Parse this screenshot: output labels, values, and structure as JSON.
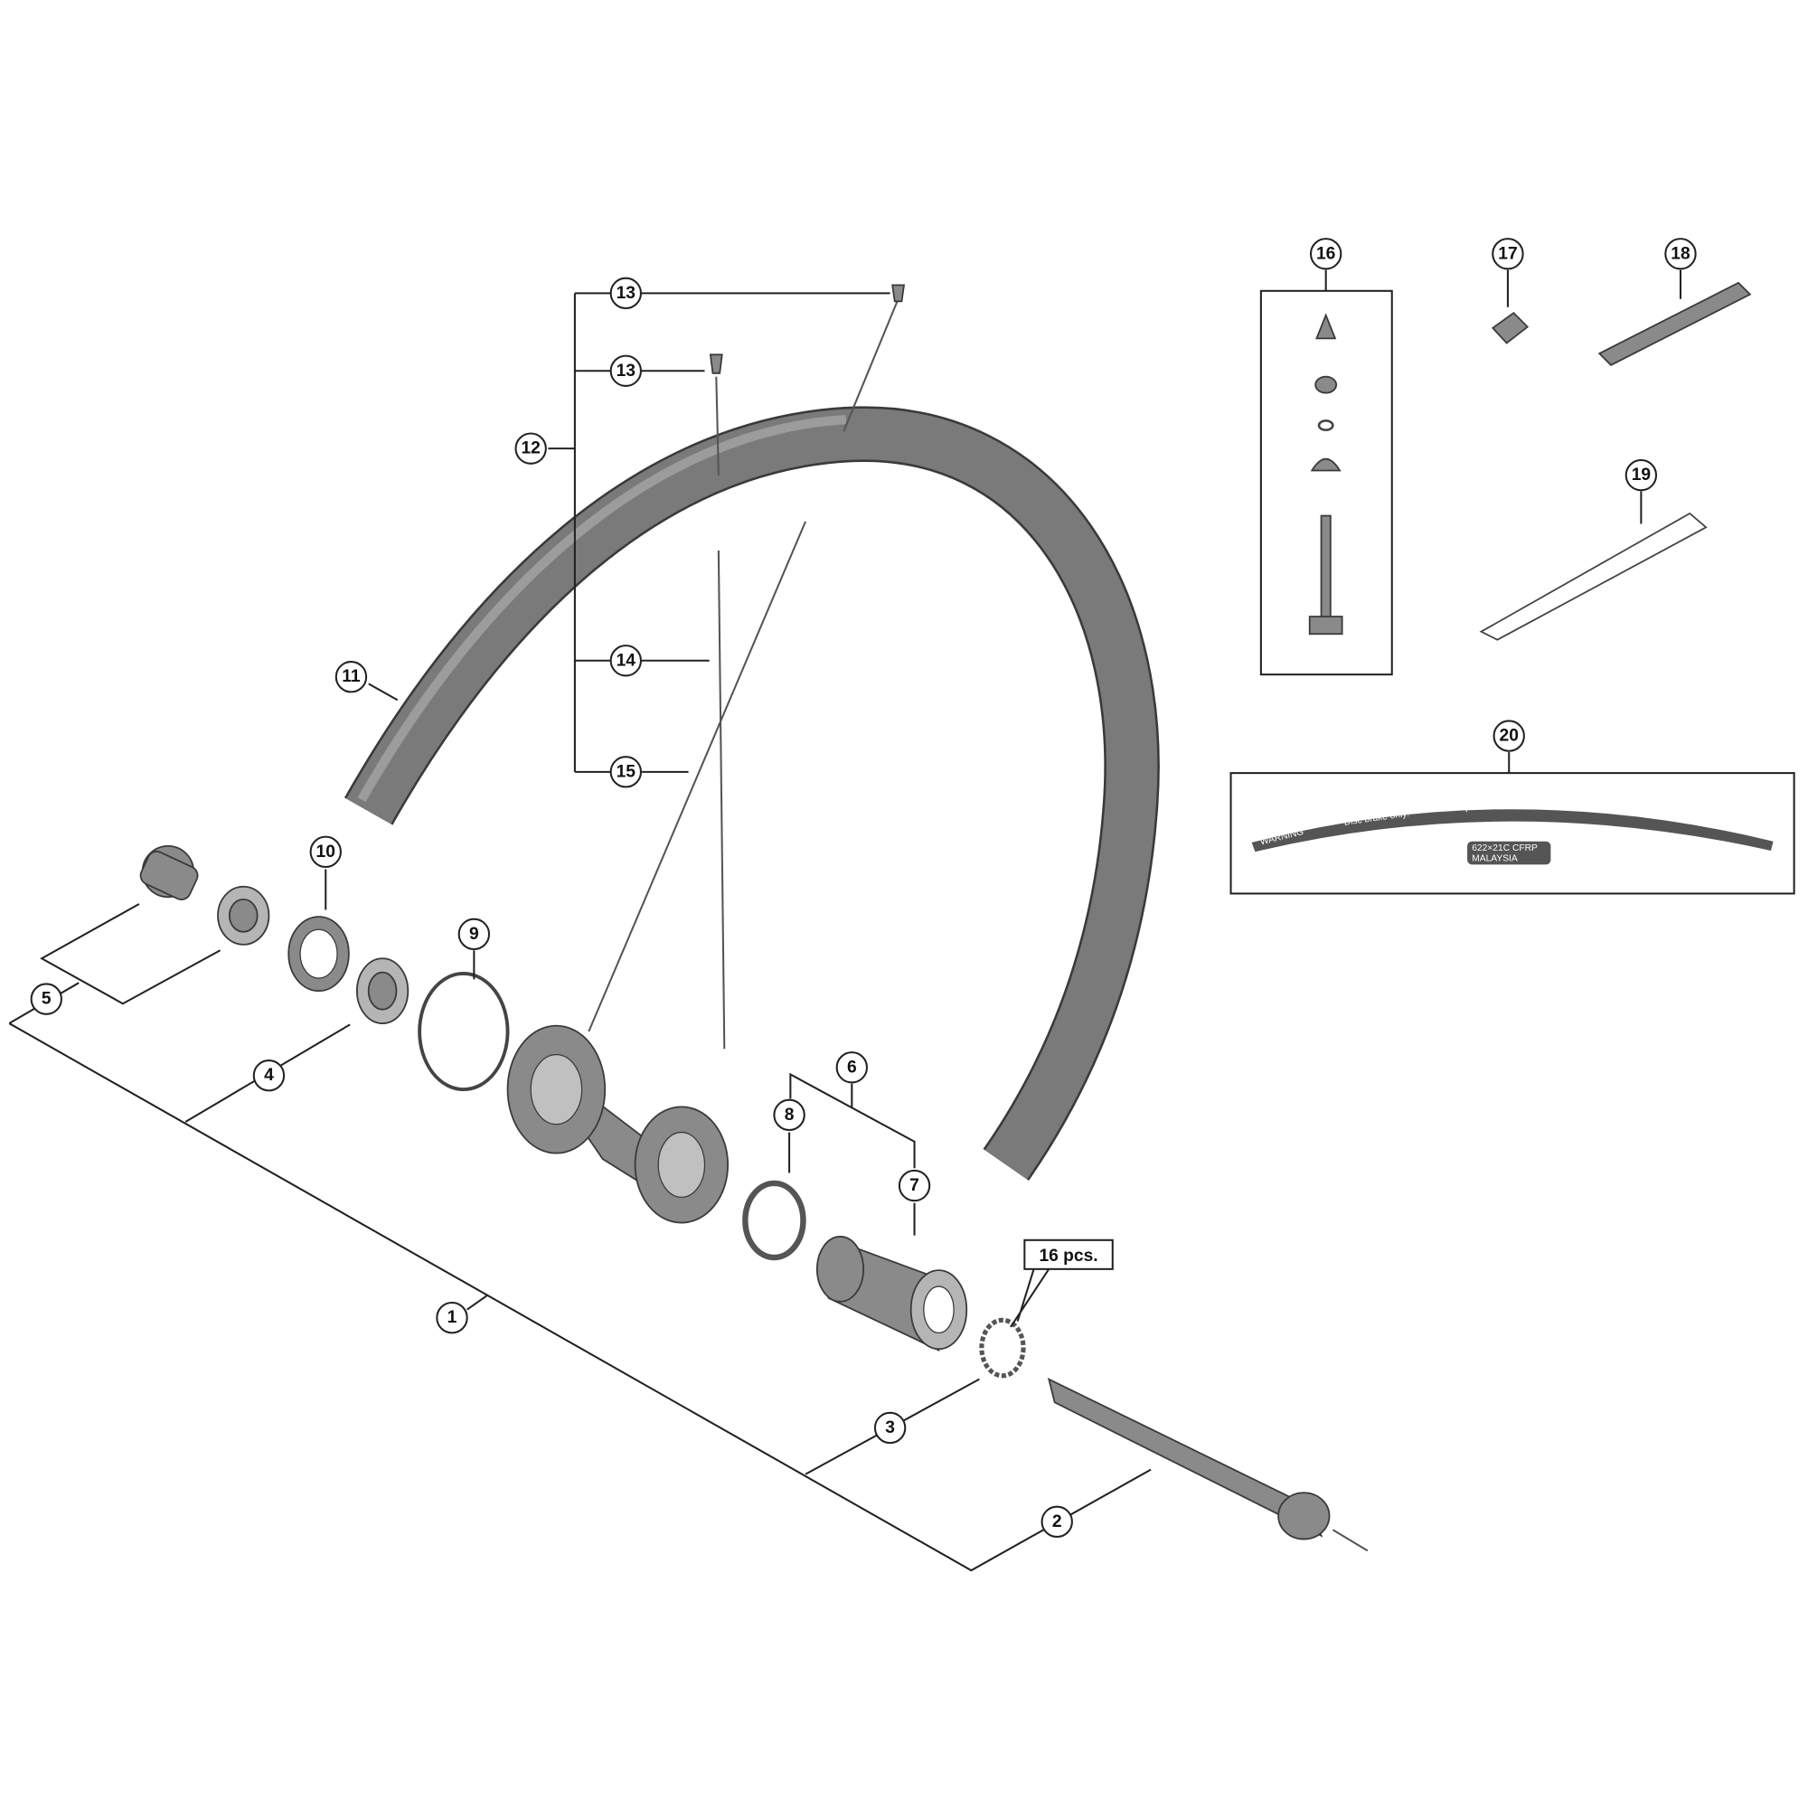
{
  "diagram": {
    "callouts": [
      "1",
      "2",
      "3",
      "4",
      "5",
      "6",
      "7",
      "8",
      "9",
      "10",
      "11",
      "12",
      "13",
      "13",
      "14",
      "15",
      "16",
      "17",
      "18",
      "19",
      "20"
    ],
    "quantity_note": "16 pcs.",
    "decal": {
      "warning": "WARNING",
      "line1": "Disc brake only!",
      "line2": "Max. pressure: 7.5bar / 109psi",
      "size": "622×21C  CFRP",
      "origin": "MALAYSIA"
    }
  }
}
